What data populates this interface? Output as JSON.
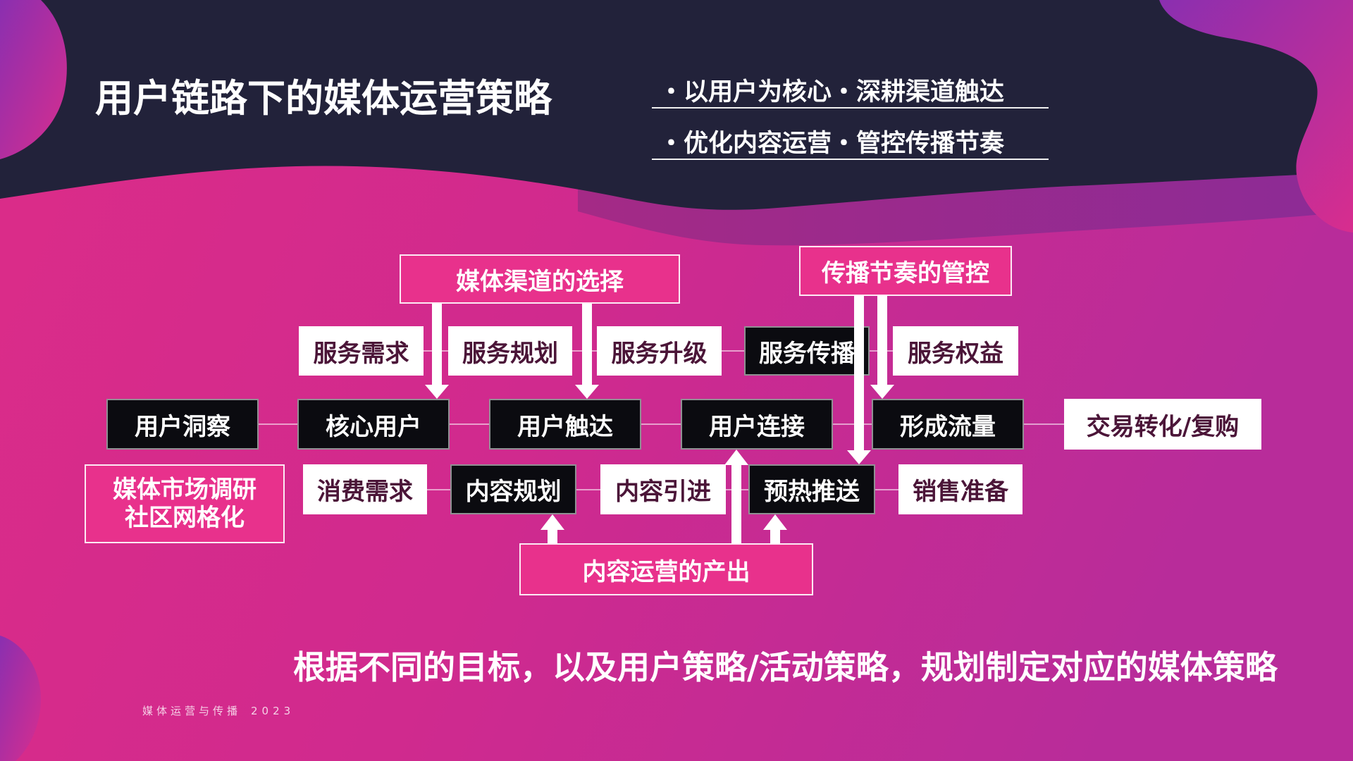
{
  "slide": {
    "title": "用户链路下的媒体运营策略",
    "bullets": [
      "・以用户为核心・深耕渠道触达",
      "・优化内容运营・管控传播节奏"
    ],
    "summary": "根据不同的目标，以及用户策略/活动策略，规划制定对应的媒体策略",
    "footer": {
      "label": "媒体运营与传播",
      "year": "2023"
    }
  },
  "diagram": {
    "channel_selection": "媒体渠道的选择",
    "rhythm_control": "传播节奏的管控",
    "content_output": "内容运营的产出",
    "service_row": [
      "服务需求",
      "服务规划",
      "服务升级",
      "服务传播",
      "服务权益"
    ],
    "user_row": [
      "用户洞察",
      "核心用户",
      "用户触达",
      "用户连接",
      "形成流量",
      "交易转化/复购"
    ],
    "content_row": [
      "消费需求",
      "内容规划",
      "内容引进",
      "预热推送",
      "销售准备"
    ],
    "research": [
      "媒体市场调研",
      "社区网格化"
    ]
  },
  "colors": {
    "header_dark": "#22223a",
    "accent_pink": "#e8318c",
    "background_pink": "#d02a8e",
    "box_text": "#4b1538"
  }
}
